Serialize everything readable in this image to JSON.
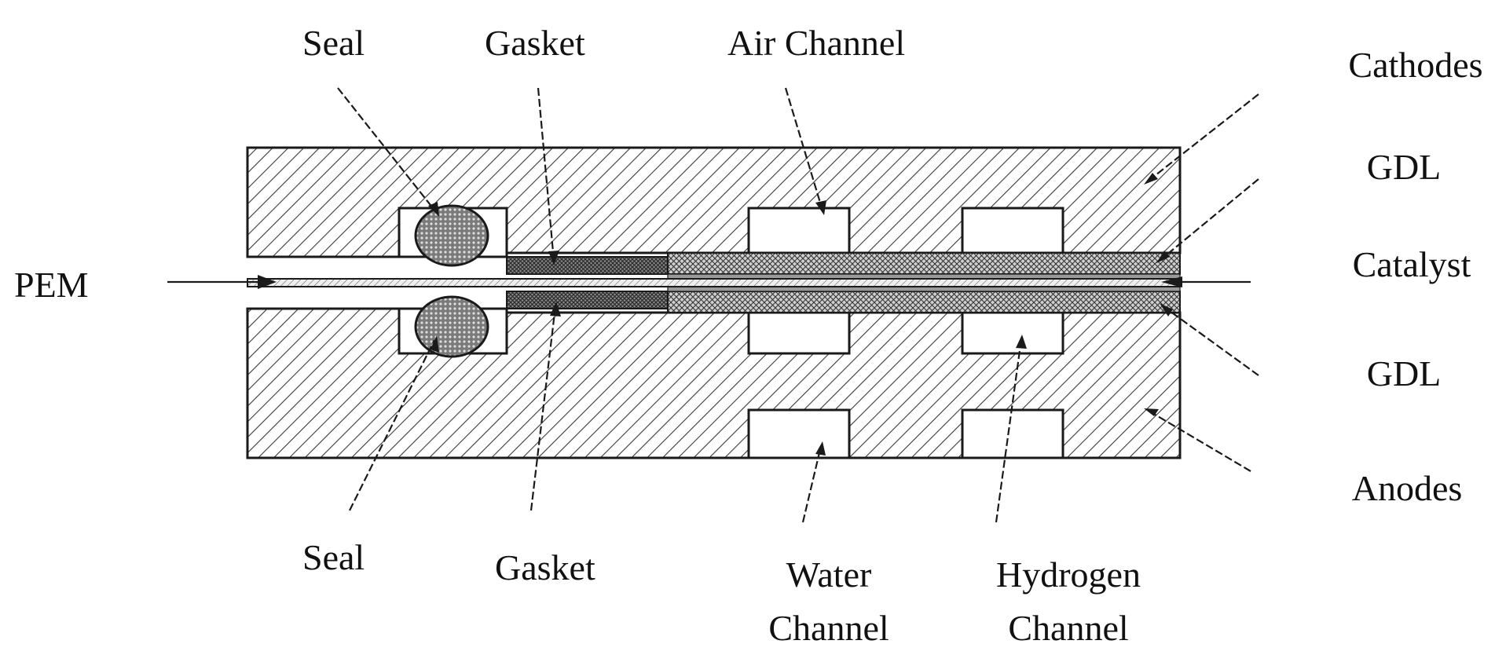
{
  "labels": {
    "seal_top": "Seal",
    "gasket_top": "Gasket",
    "air_channel": "Air Channel",
    "pem": "PEM",
    "seal_bottom": "Seal",
    "gasket_bottom": "Gasket",
    "water_channel_line1": "Water",
    "water_channel_line2": "Channel",
    "hydrogen_channel_line1": "Hydrogen",
    "hydrogen_channel_line2": "Channel",
    "cathodes": "Cathodes",
    "gdl_top": "GDL",
    "catalyst": "Catalyst",
    "gdl_bottom": "GDL",
    "anodes": "Anodes"
  },
  "colors": {
    "line": "#1a1a1a",
    "text": "#111111",
    "background": "#ffffff"
  }
}
